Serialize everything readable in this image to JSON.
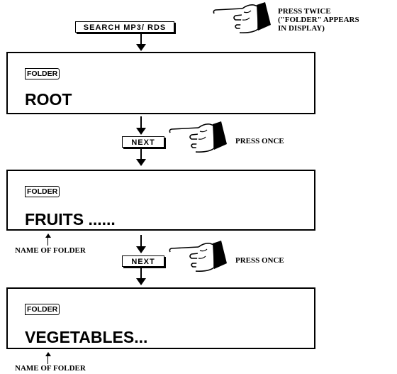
{
  "steps": {
    "search_button": "SEARCH MP3/ RDS",
    "press_twice_line1": "PRESS TWICE",
    "press_twice_line2": "(\"FOLDER\" APPEARS",
    "press_twice_line3": "IN DISPLAY)",
    "next_button": "NEXT",
    "press_once": "PRESS ONCE",
    "name_of_folder": "NAME OF FOLDER"
  },
  "displays": [
    {
      "tag": "FOLDER",
      "text": "ROOT"
    },
    {
      "tag": "FOLDER",
      "text": "FRUITS ......"
    },
    {
      "tag": "FOLDER",
      "text": "VEGETABLES..."
    }
  ],
  "icons": {
    "hand": "pointing-hand-icon",
    "arrow": "down-arrow-icon",
    "pointer": "up-arrow-icon"
  }
}
